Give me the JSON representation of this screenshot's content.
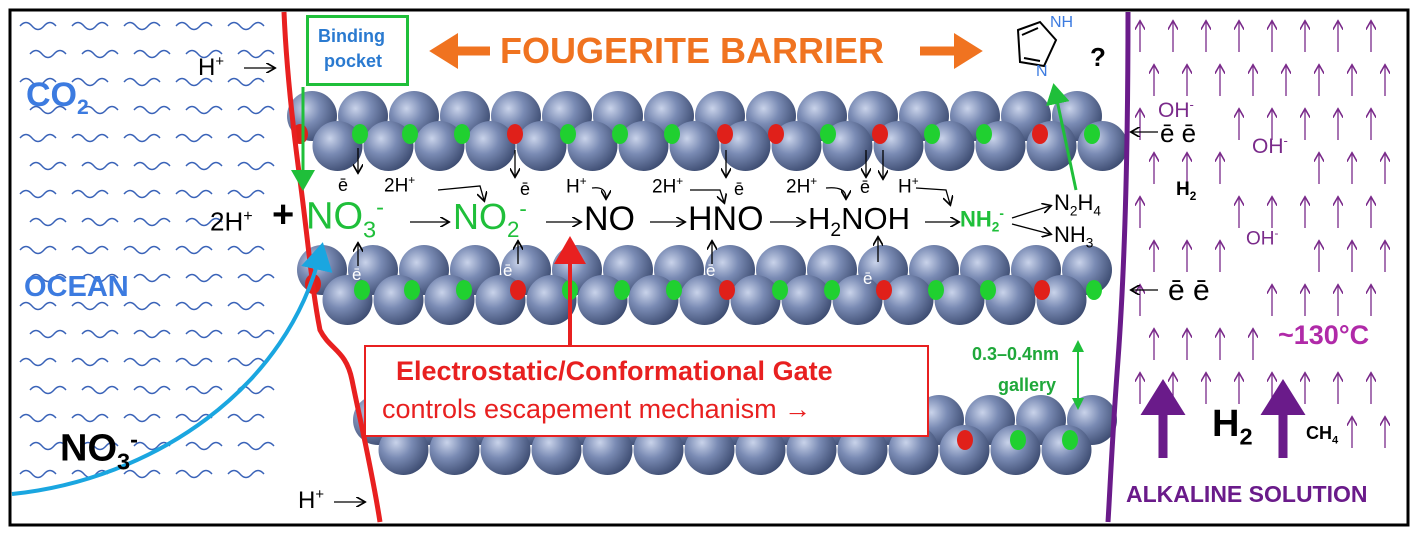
{
  "labels": {
    "co2": "CO",
    "co2_sub": "2",
    "ocean": "OCEAN",
    "nitrate_ocean": "NO",
    "nitrate_ocean_sub": "3",
    "nitrate_ocean_sup": "-",
    "hplus_top": "H",
    "hplus_bottom": "H",
    "plus_sign": "+",
    "binding_pocket_1": "Binding",
    "binding_pocket_2": "pocket",
    "barrier": "FOUGERITE BARRIER",
    "question": "?",
    "nh_label": "NH",
    "n_label": "N",
    "twoh": "2H",
    "plus_big": "+",
    "no3": "NO",
    "no2": "NO",
    "no": "NO",
    "hno": "HNO",
    "h2noh_a": "H",
    "h2noh_b": "NOH",
    "nh2": "NH",
    "n2h4_a": "N",
    "n2h4_b": "H",
    "nh3": "NH",
    "e_bar": "ē",
    "twoh_small": "2H",
    "h_small": "H",
    "gate_line1": "Electrostatic/Conformational Gate",
    "gate_line2": "controls escapement mechanism →",
    "gallery_1": "0.3–0.4nm",
    "gallery_2": "gallery",
    "oh": "OH",
    "h2_small": "H",
    "e_pair": "ē ē",
    "temp": "~130°C",
    "h2_big": "H",
    "ch4": "CH",
    "alkaline": "ALKALINE SOLUTION",
    "sub2": "2",
    "sub3": "3",
    "sub4": "4",
    "minus": "-",
    "plus": "+",
    "arrow_left": "←",
    "arrow_right": "→"
  },
  "colors": {
    "blue": "#3c7be0",
    "orange": "#f07320",
    "green": "#1fbf3a",
    "red": "#e82020",
    "purple": "#6a1b8a",
    "cyan": "#1aa6e0",
    "sphere": "#5b6d96"
  }
}
